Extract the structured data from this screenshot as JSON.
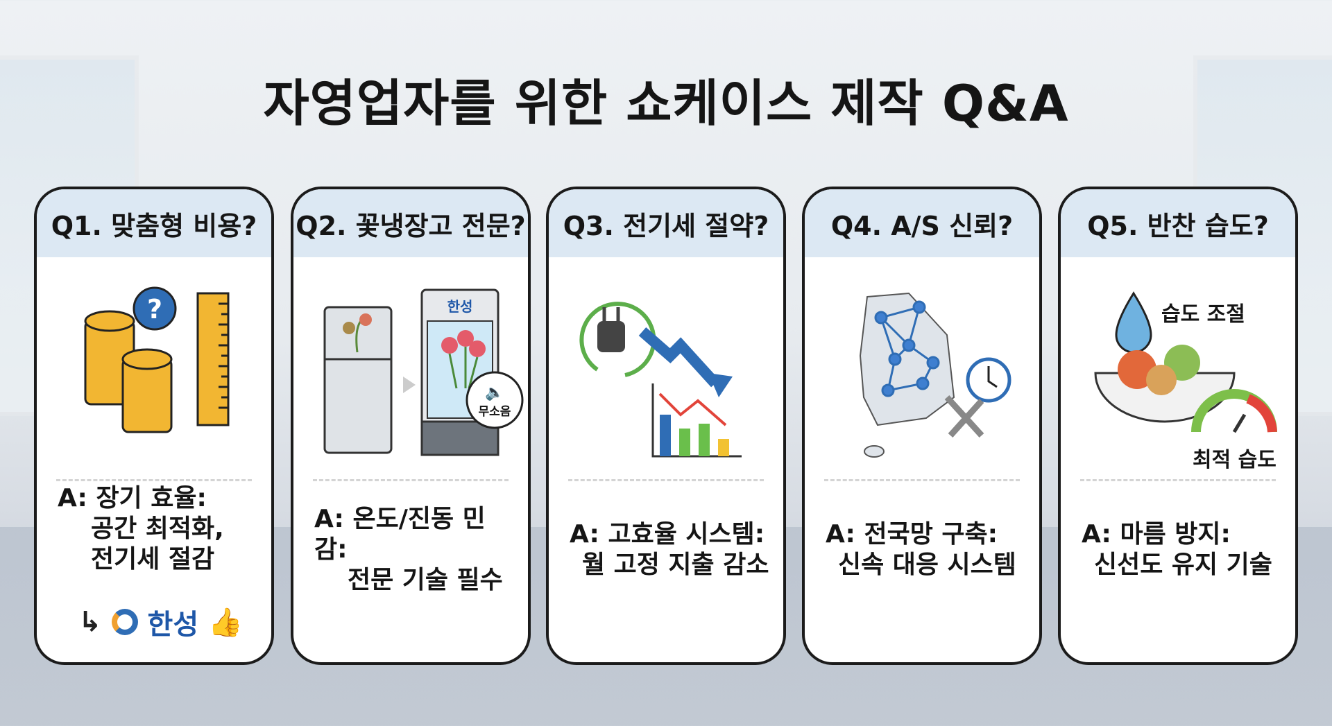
{
  "title": "자영업자를 위한 쇼케이스 제작 Q&A",
  "cards": [
    {
      "question": "Q1. 맞춤형 비용?",
      "answer": [
        "A: 장기 효율:",
        "공간 최적화,",
        "전기세 절감"
      ],
      "brand": "한성"
    },
    {
      "question": "Q2. 꽃냉장고 전문?",
      "answer": [
        "A: 온도/진동 민감:",
        "전문 기술 필수"
      ],
      "brand": "한성",
      "badge": "무소음"
    },
    {
      "question": "Q3. 전기세 절약?",
      "answer": [
        "A: 고효율 시스템:",
        "월 고정 지출 감소"
      ]
    },
    {
      "question": "Q4. A/S 신뢰?",
      "answer": [
        "A: 전국망 구축:",
        "신속 대응 시스템"
      ]
    },
    {
      "question": "Q5. 반찬 습도?",
      "answer": [
        "A: 마름 방지:",
        "신선도 유지 기술"
      ],
      "labels": [
        "습도 조절",
        "최적 습도"
      ]
    }
  ],
  "colors": {
    "header": "#dce8f3",
    "brand": "#1e57a8",
    "coin": "#f2b632"
  }
}
